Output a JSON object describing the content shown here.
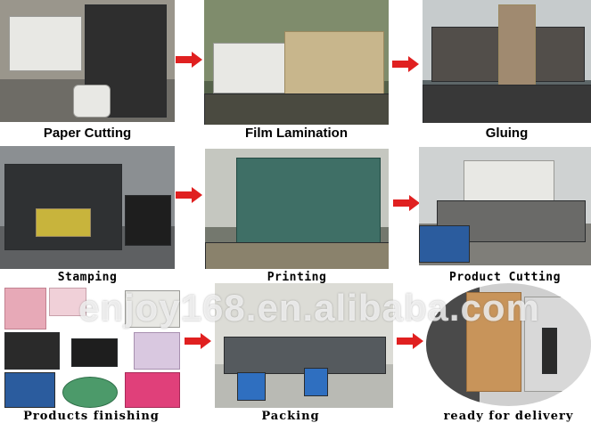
{
  "steps": [
    {
      "label": "Paper Cutting"
    },
    {
      "label": "Film Lamination"
    },
    {
      "label": "Gluing"
    },
    {
      "label": "Stamping"
    },
    {
      "label": "Printing"
    },
    {
      "label": "Product Cutting"
    },
    {
      "label": "Products finishing"
    },
    {
      "label": "Packing"
    },
    {
      "label": "ready for delivery"
    }
  ],
  "watermark": "enjoy168.en.alibaba.com",
  "colors": {
    "arrow": "#e02020"
  }
}
